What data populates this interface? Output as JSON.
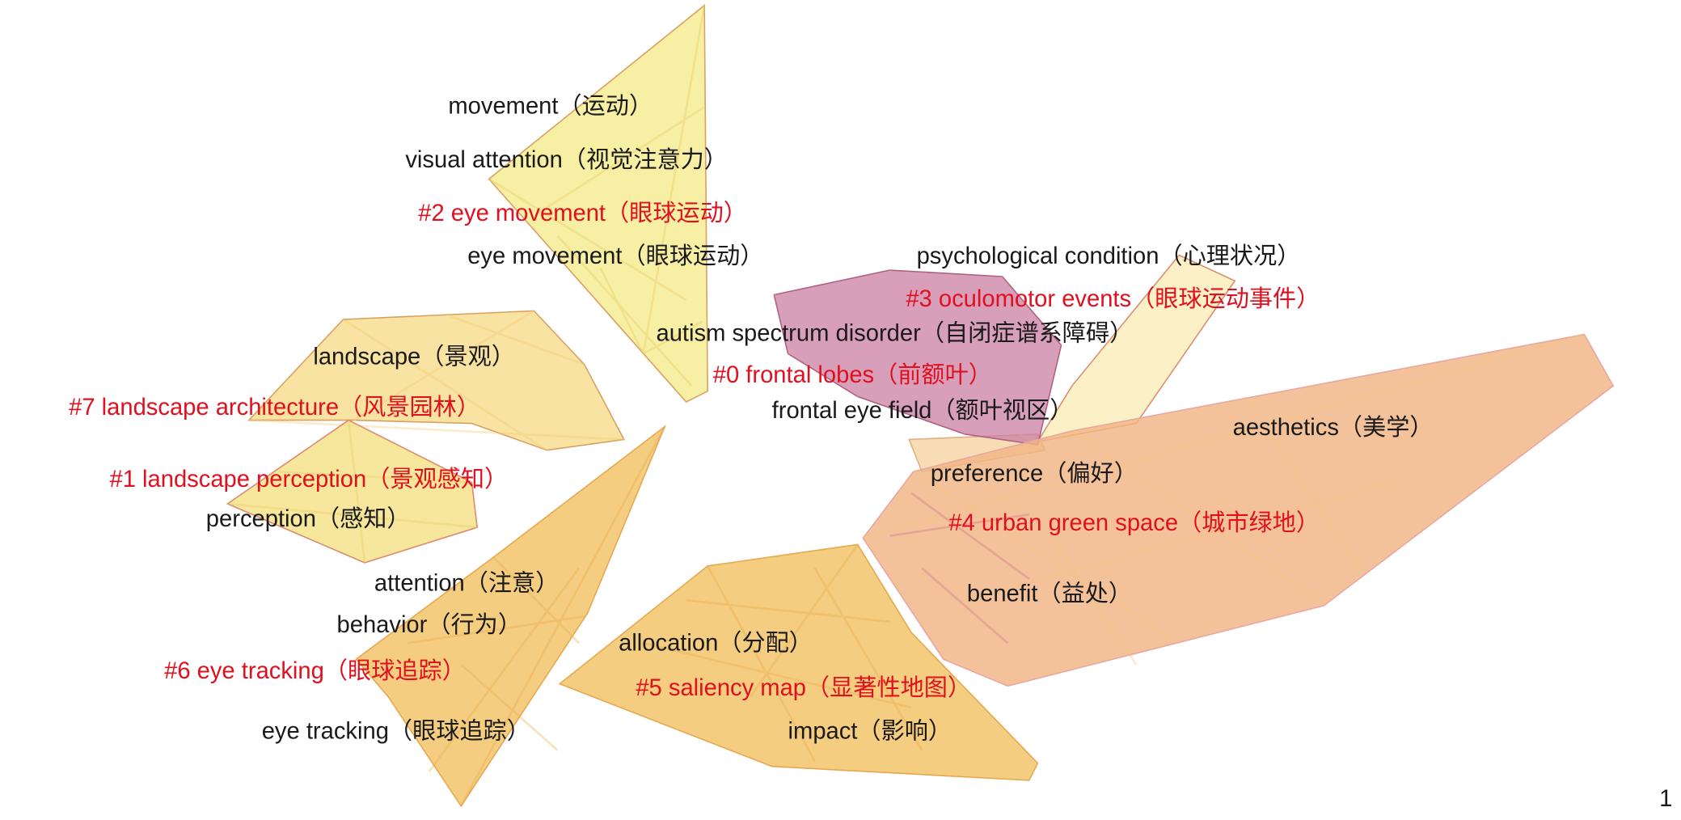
{
  "colors": {
    "cluster_label": "#e0101e",
    "keyword_label": "#1a1a1a",
    "cluster_yellow": "#f6ec93",
    "cluster_pink": "#c97fa3",
    "cluster_orange": "#f1b584",
    "cluster_gold": "#f2c264"
  },
  "clusters": [
    {
      "id": "#0",
      "label": "#0 frontal lobes（前额叶）"
    },
    {
      "id": "#1",
      "label": "#1 landscape perception（景观感知）"
    },
    {
      "id": "#2",
      "label": "#2 eye movement（眼球运动）"
    },
    {
      "id": "#3",
      "label": "#3 oculomotor events（眼球运动事件）"
    },
    {
      "id": "#4",
      "label": "#4 urban green space（城市绿地）"
    },
    {
      "id": "#5",
      "label": "#5 saliency map（显著性地图）"
    },
    {
      "id": "#6",
      "label": "#6 eye tracking（眼球追踪）"
    },
    {
      "id": "#7",
      "label": "#7 landscape architecture（风景园林）"
    }
  ],
  "keywords": {
    "movement": "movement（运动）",
    "visual_attention": "visual attention（视觉注意力）",
    "eye_movement": "eye movement（眼球运动）",
    "psychological_condition": "psychological condition（心理状况）",
    "autism": "autism spectrum disorder（自闭症谱系障碍）",
    "frontal_eye_field": "frontal eye field（额叶视区）",
    "landscape": "landscape（景观）",
    "perception": "perception（感知）",
    "aesthetics": "aesthetics（美学）",
    "preference": "preference（偏好）",
    "benefit": "benefit（益处）",
    "attention": "attention（注意）",
    "behavior": "behavior（行为）",
    "allocation": "allocation（分配）",
    "eye_tracking": "eye tracking（眼球追踪）",
    "impact": "impact（影响）"
  },
  "page_number": "1"
}
